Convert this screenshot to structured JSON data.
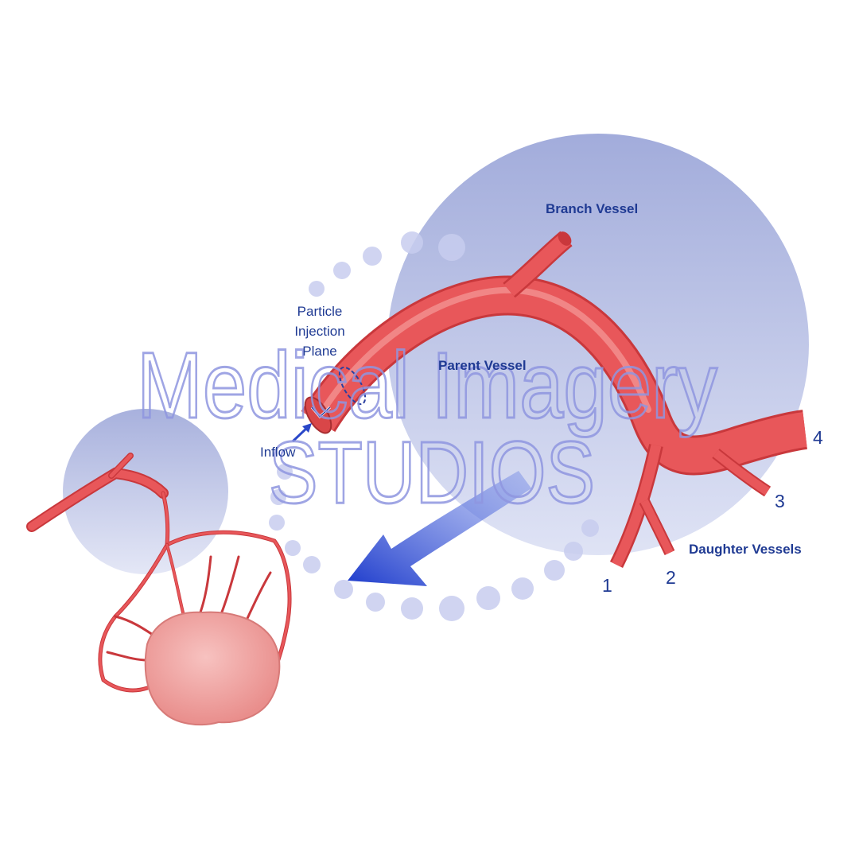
{
  "labels": {
    "branch_vessel": "Branch Vessel",
    "parent_vessel": "Parent Vessel",
    "particle_line1": "Particle",
    "particle_line2": "Injection",
    "particle_line3": "Plane",
    "inflow": "Inflow",
    "daughter_vessels": "Daughter Vessels",
    "d1": "1",
    "d2": "2",
    "d3": "3",
    "d4": "4"
  },
  "watermark": {
    "line1": "Medical Imagery",
    "line2": "STUDIOS"
  },
  "colors": {
    "vessel": "#e8575a",
    "vessel_dark": "#c9383c",
    "vessel_light": "#f59a98",
    "circle": "#a4add9",
    "label": "#1f3a93",
    "arrow": "#2a47c9",
    "tumor": "#f2a8a6",
    "watermark": "#8f96e0"
  },
  "icons": {
    "arrow": "curved-arrow-icon",
    "inflow_arrow": "inflow-arrow-icon"
  }
}
